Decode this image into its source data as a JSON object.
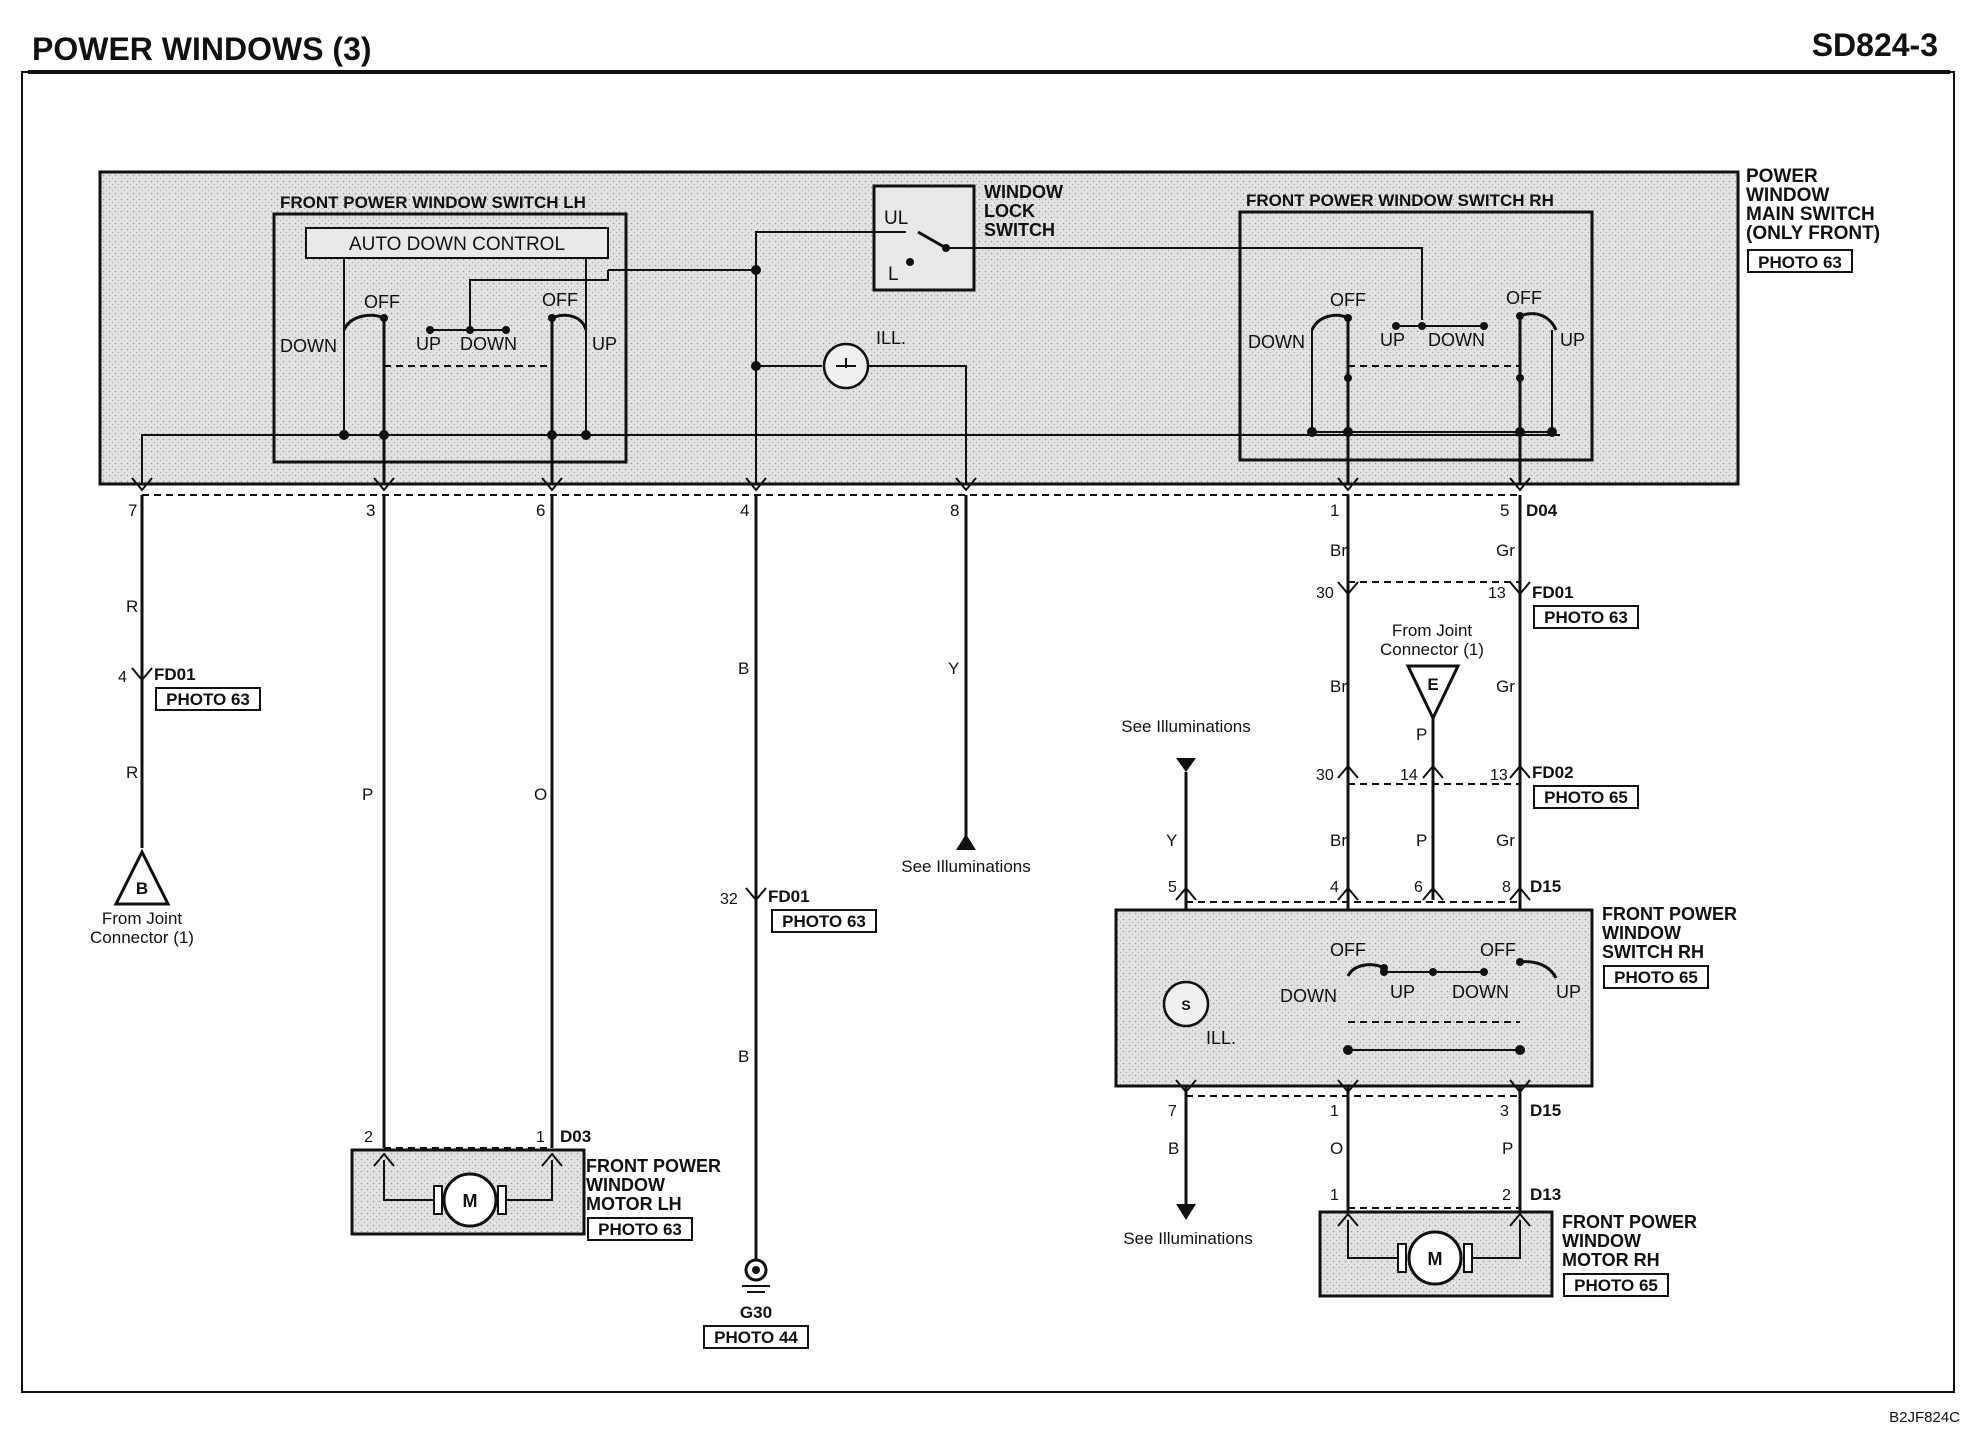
{
  "header": {
    "title": "POWER WINDOWS (3)",
    "page_code": "SD824-3"
  },
  "footer": {
    "drawing_code": "B2JF824C"
  },
  "main_switch": {
    "name_lines": [
      "POWER",
      "WINDOW",
      "MAIN SWITCH",
      "(ONLY FRONT)"
    ],
    "photo": "PHOTO 63",
    "lh_switch_label": "FRONT POWER WINDOW SWITCH LH",
    "auto_down": "AUTO DOWN CONTROL",
    "rh_switch_label": "FRONT POWER WINDOW SWITCH RH",
    "lock_switch_lines": [
      "WINDOW",
      "LOCK",
      "SWITCH"
    ],
    "lock_ul": "UL",
    "lock_l": "L",
    "ill": "ILL.",
    "off": "OFF",
    "up": "UP",
    "down": "DOWN"
  },
  "pins_main": {
    "p7": "7",
    "p3": "3",
    "p6": "6",
    "p4": "4",
    "p8": "8",
    "p1": "1",
    "p5": "5",
    "conn": "D04"
  },
  "wires": {
    "r": "R",
    "p": "P",
    "o": "O",
    "b": "B",
    "y": "Y",
    "br": "Br",
    "gr": "Gr"
  },
  "fd01_lh": {
    "pin": "4",
    "name": "FD01",
    "photo": "PHOTO 63"
  },
  "joint_b": {
    "letter": "B",
    "line1": "From Joint",
    "line2": "Connector (1)"
  },
  "fd01_ground": {
    "pin": "32",
    "name": "FD01",
    "photo": "PHOTO 63"
  },
  "ground": {
    "name": "G30",
    "photo": "PHOTO 44"
  },
  "see_illuminations": "See Illuminations",
  "motor_lh": {
    "pin2": "2",
    "pin1": "1",
    "conn": "D03",
    "lines": [
      "FRONT POWER",
      "WINDOW",
      "MOTOR LH"
    ],
    "photo": "PHOTO 63",
    "m": "M"
  },
  "fd01_rh": {
    "pin30": "30",
    "pin13": "13",
    "name": "FD01",
    "photo": "PHOTO 63"
  },
  "joint_e": {
    "letter": "E",
    "line1": "From Joint",
    "line2": "Connector (1)"
  },
  "fd02": {
    "pin30": "30",
    "pin14": "14",
    "pin13": "13",
    "name": "FD02",
    "photo": "PHOTO 65"
  },
  "switch_rh": {
    "top_pins": {
      "p5": "5",
      "p4": "4",
      "p6": "6",
      "p8": "8",
      "conn": "D15"
    },
    "bottom_pins": {
      "p7": "7",
      "p1": "1",
      "p3": "3",
      "conn": "D15"
    },
    "lines": [
      "FRONT POWER",
      "WINDOW",
      "SWITCH RH"
    ],
    "photo": "PHOTO 65",
    "ill": "ILL.",
    "lamp": "S"
  },
  "motor_rh": {
    "pin1": "1",
    "pin2": "2",
    "conn": "D13",
    "lines": [
      "FRONT POWER",
      "WINDOW",
      "MOTOR RH"
    ],
    "photo": "PHOTO 65",
    "m": "M"
  }
}
